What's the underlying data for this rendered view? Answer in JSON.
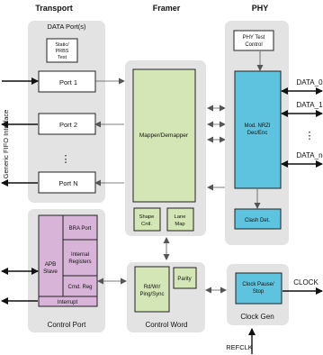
{
  "headers": {
    "transport": "Transport",
    "framer": "Framer",
    "phy": "PHY"
  },
  "side_label": "Generic FIFO Interface",
  "transport": {
    "data_ports_title": "DATA Port(s)",
    "static_prbs": [
      "Static/",
      "PRBS",
      "Test"
    ],
    "port1": "Port 1",
    "port2": "Port 2",
    "dots": "⋮",
    "portn": "Port N"
  },
  "framer": {
    "mapper": "Mapper/Demapper",
    "shape": [
      "Shape",
      "Cntl."
    ],
    "lane": [
      "Lane",
      "Map"
    ]
  },
  "phy": {
    "test_control": [
      "PHY Test",
      "Control"
    ],
    "mod": [
      "Mod. NRZI",
      "Dec/Enc"
    ],
    "clash": "Clash Det.",
    "outputs": [
      "DATA_0",
      "DATA_1",
      "DATA_n"
    ]
  },
  "control_port": {
    "title": "Control Port",
    "apb": [
      "APB",
      "Slave"
    ],
    "bra": "BRA Port",
    "internal": [
      "Internal",
      "Registers"
    ],
    "cmd": "Cmd. Reg",
    "interrupt": "Interrupt"
  },
  "control_word": {
    "title": "Control Word",
    "rd": [
      "Rd/Wr/",
      "Ping/Sync"
    ],
    "parity": "Parity"
  },
  "clock_gen": {
    "title": "Clock Gen",
    "pause": [
      "Clock Pause/",
      "Stop"
    ],
    "clock": "CLOCK",
    "refclk": "REFCLK"
  },
  "colors": {
    "panel": "#e3e3e3",
    "green": "#d4e6b5",
    "blue": "#5ec3df",
    "purple": "#d8b4d8",
    "arrow": "#555555"
  }
}
